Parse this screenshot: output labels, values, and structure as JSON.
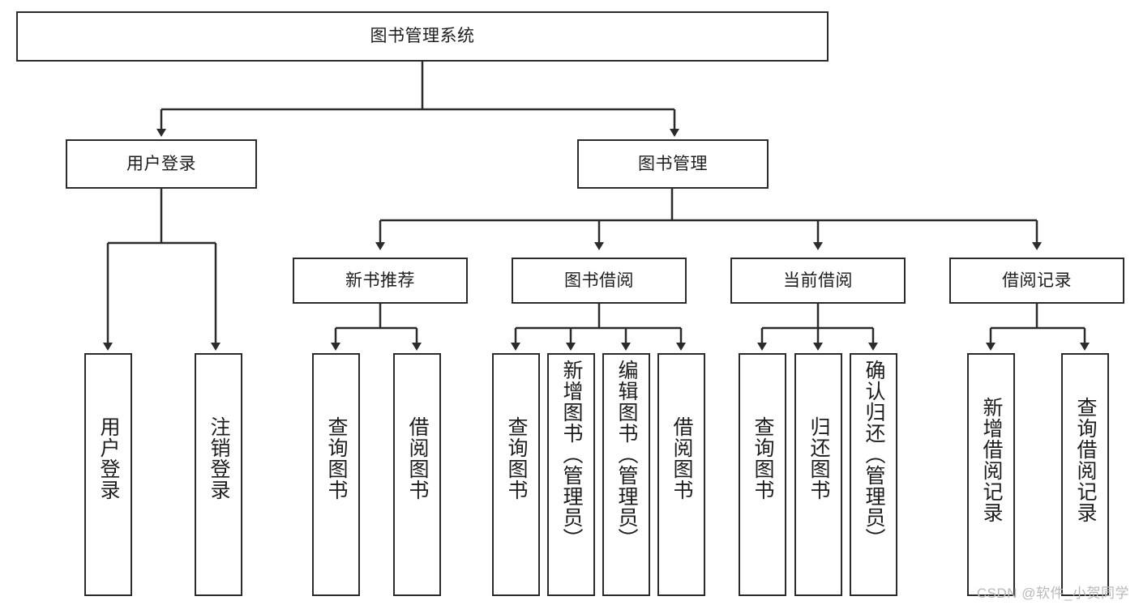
{
  "diagram": {
    "title": "图书管理系统",
    "type": "tree",
    "watermark": "CSDN @软件_小贺同学",
    "stroke_color": "#2b2b2b",
    "fill_color": "#ffffff",
    "text_color": "#1d1d1d",
    "watermark_color": "#b9b9b9"
  },
  "root": {
    "label": "图书管理系统"
  },
  "level2": [
    {
      "label": "用户登录"
    },
    {
      "label": "图书管理"
    }
  ],
  "level3": [
    {
      "label": "新书推荐"
    },
    {
      "label": "图书借阅"
    },
    {
      "label": "当前借阅"
    },
    {
      "label": "借阅记录"
    }
  ],
  "leaves": {
    "user_login": [
      {
        "label": "用户登录"
      },
      {
        "label": "注销登录"
      }
    ],
    "new_books": [
      {
        "label": "查询图书"
      },
      {
        "label": "借阅图书"
      }
    ],
    "book_borrow": [
      {
        "label": "查询图书"
      },
      {
        "label": "新增图书（管理员）"
      },
      {
        "label": "编辑图书（管理员）"
      },
      {
        "label": "借阅图书"
      }
    ],
    "current_borrow": [
      {
        "label": "查询图书"
      },
      {
        "label": "归还图书"
      },
      {
        "label": "确认归还（管理员）"
      }
    ],
    "borrow_record": [
      {
        "label": "新增借阅记录"
      },
      {
        "label": "查询借阅记录"
      }
    ]
  }
}
